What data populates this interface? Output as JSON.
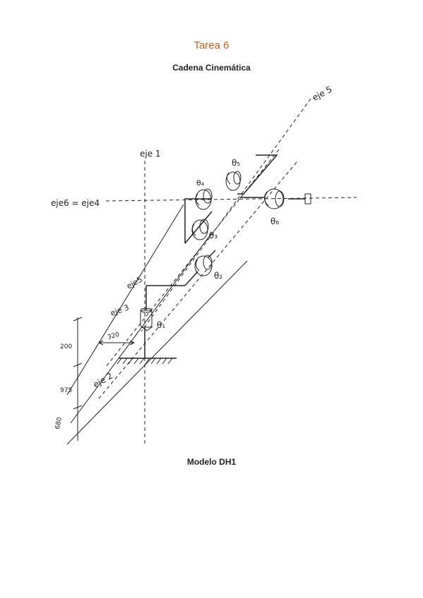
{
  "document": {
    "title": "Tarea 6",
    "heading_1": "Cadena Cinemática",
    "heading_2": "Modelo DH1"
  },
  "sketch_labels": {
    "eje_1": "eje 1",
    "eje_2": "eje 2",
    "eje_3": "eje 3",
    "eje_5_top": "eje 5",
    "eje_5_mid": "eje5",
    "eje_6_4": "eje6 = eje4",
    "theta_1": "θ₁",
    "theta_2": "θ₂",
    "theta_3": "θ₃",
    "theta_4": "θ₄",
    "theta_5": "θ₅",
    "theta_6": "θ₆",
    "dim_320": "320",
    "dim_200": "200",
    "dim_975": "975",
    "dim_680": "680"
  },
  "colors": {
    "title": "#d65a1c",
    "ink": "#222222"
  }
}
